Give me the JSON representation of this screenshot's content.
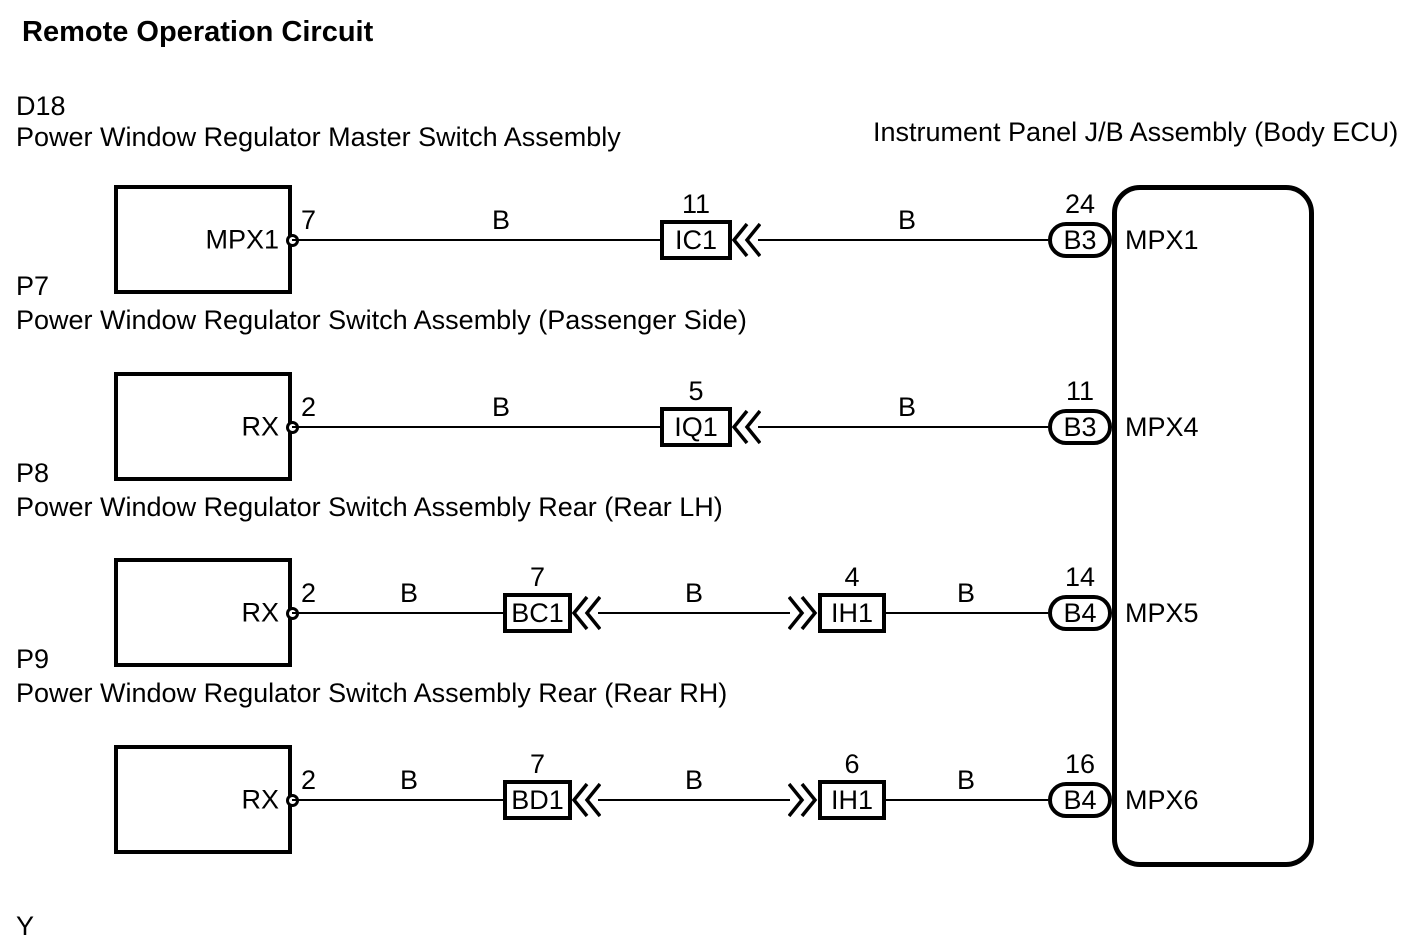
{
  "title": "Remote Operation Circuit",
  "footer_note": "Y",
  "colors": {
    "line": "#000000",
    "background": "#ffffff"
  },
  "jb_assembly": {
    "header": "Instrument Panel J/B Assembly (Body ECU)"
  },
  "sections": [
    {
      "code": "D18",
      "description": "Power Window Regulator Master Switch Assembly"
    },
    {
      "code": "P7",
      "description": "Power Window Regulator Switch Assembly (Passenger Side)"
    },
    {
      "code": "P8",
      "description": "Power Window Regulator Switch Assembly Rear (Rear LH)"
    },
    {
      "code": "P9",
      "description": "Power Window Regulator Switch Assembly Rear (Rear RH)"
    }
  ],
  "rows": [
    {
      "component_pin": "MPX1",
      "pin_number": "7",
      "wire1": "B",
      "mid_connector": {
        "number": "11",
        "code": "IC1"
      },
      "wire2": "B",
      "jb_connector": {
        "number": "24",
        "code": "B3"
      },
      "jb_pin": "MPX1"
    },
    {
      "component_pin": "RX",
      "pin_number": "2",
      "wire1": "B",
      "mid_connector": {
        "number": "5",
        "code": "IQ1"
      },
      "wire2": "B",
      "jb_connector": {
        "number": "11",
        "code": "B3"
      },
      "jb_pin": "MPX4"
    },
    {
      "component_pin": "RX",
      "pin_number": "2",
      "wire1": "B",
      "mid_connector": {
        "number": "7",
        "code": "BC1"
      },
      "wire2": "B",
      "mid_connector2": {
        "number": "4",
        "code": "IH1"
      },
      "wire3": "B",
      "jb_connector": {
        "number": "14",
        "code": "B4"
      },
      "jb_pin": "MPX5"
    },
    {
      "component_pin": "RX",
      "pin_number": "2",
      "wire1": "B",
      "mid_connector": {
        "number": "7",
        "code": "BD1"
      },
      "wire2": "B",
      "mid_connector2": {
        "number": "6",
        "code": "IH1"
      },
      "wire3": "B",
      "jb_connector": {
        "number": "16",
        "code": "B4"
      },
      "jb_pin": "MPX6"
    }
  ]
}
